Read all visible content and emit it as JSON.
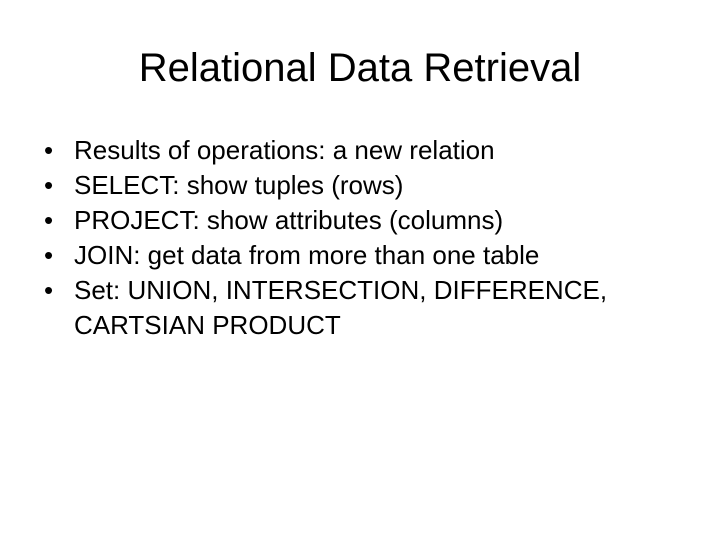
{
  "slide": {
    "title": "Relational Data Retrieval",
    "bullet_marker": "•",
    "bullets": [
      {
        "text": "Results of operations: a new relation"
      },
      {
        "text": "SELECT: show tuples (rows)"
      },
      {
        "text": "PROJECT: show attributes (columns)"
      },
      {
        "text": "JOIN: get data from more than one table"
      },
      {
        "text": "Set: UNION, INTERSECTION, DIFFERENCE, CARTSIAN PRODUCT"
      }
    ]
  },
  "colors": {
    "background": "#ffffff",
    "text": "#000000"
  }
}
